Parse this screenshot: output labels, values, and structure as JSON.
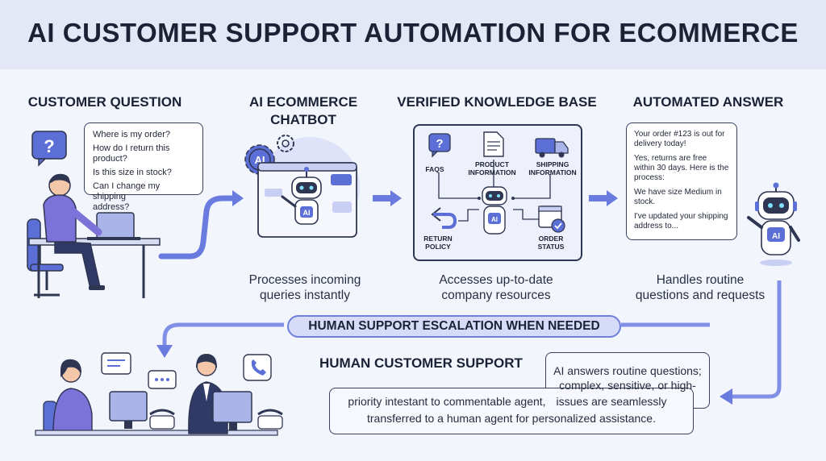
{
  "title": "AI CUSTOMER SUPPORT AUTOMATION FOR ECOMMERCE",
  "columns": {
    "customer": "CUSTOMER QUESTION",
    "chatbot_line1": "AI ECOMMERCE",
    "chatbot_line2": "CHATBOT",
    "knowledge": "VERIFIED KNOWLEDGE BASE",
    "answer": "AUTOMATED ANSWER"
  },
  "customer_questions": [
    "Where is my order?",
    "How do I return this product?",
    "Is this size in stock?",
    "Can I change my shipping",
    "address?"
  ],
  "icon_labels": {
    "question_mark": "?",
    "ai_chip": "AI",
    "bot_chest": "AI"
  },
  "knowledge_items": {
    "faqs": "FAQS",
    "product_1": "PRODUCT",
    "product_2": "INFORMATION",
    "shipping_1": "SHIPPING",
    "shipping_2": "INFORMATION",
    "return_1": "RETURN",
    "return_2": "POLICY",
    "order_1": "ORDER",
    "order_2": "STATUS"
  },
  "answers": [
    "Your order #123 is out for delivery today!",
    "Yes, returns are free within 30 days. Here is the process:",
    "We have size Medium in stock.",
    "I've updated your shipping address to..."
  ],
  "captions": {
    "chatbot_1": "Processes incoming",
    "chatbot_2": "queries instantly",
    "knowledge_1": "Accesses up-to-date",
    "knowledge_2": "company resources",
    "answer_1": "Handles routine",
    "answer_2": "questions and requests"
  },
  "escalation": "HUMAN SUPPORT ESCALATION WHEN NEEDED",
  "human_support": {
    "title": "HUMAN CUSTOMER SUPPORT",
    "lines": [
      "AI answers routine questions;",
      "complex, sensitive, or high-",
      "priority intestant to commentable agent,",
      "issues are seamlessly",
      "transferred to a human agent for personalized assistance."
    ]
  },
  "colors": {
    "accent": "#5b6fd6",
    "arrow": "#6a7be0",
    "dark": "#2f3652",
    "panel": "#eef0fb",
    "person_shirt": "#7d72d8"
  }
}
